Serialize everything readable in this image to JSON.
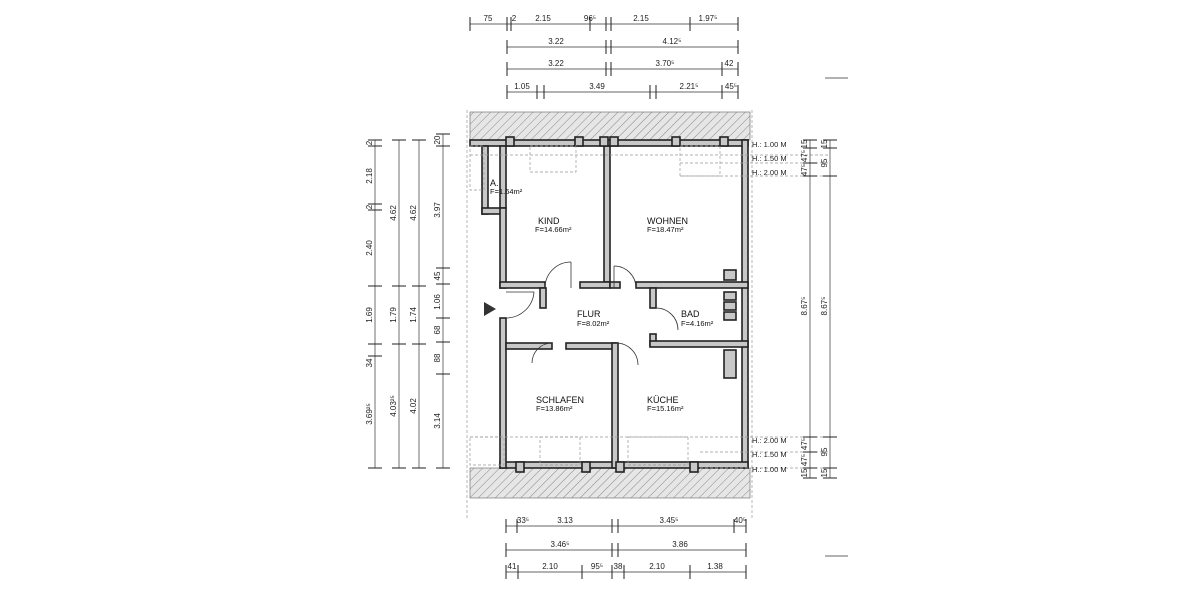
{
  "top_dims": {
    "row1": [
      "75",
      "2",
      "2.15",
      "96⁵",
      "2.15",
      "1.97⁵"
    ],
    "row2": [
      "3.22",
      "4.12⁵"
    ],
    "row3": [
      "3.22",
      "3.70⁵",
      "42"
    ],
    "row4": [
      "1.05",
      "3.49",
      "2.21⁵",
      "45⁵"
    ]
  },
  "bottom_dims": {
    "row1": [
      "33⁵",
      "3.13",
      "3.45⁵",
      "40⁵"
    ],
    "row2": [
      "3.46⁵",
      "3.86"
    ],
    "row3": [
      "41",
      "2.10",
      "95⁵",
      "38",
      "2.10",
      "1.38"
    ]
  },
  "left_dims": {
    "col1": [
      "2",
      "2.18",
      "2",
      "2.40",
      "1.69",
      "34",
      "3.69²⁵"
    ],
    "col2": [
      "4.62",
      "1.79",
      "4.03²⁵"
    ],
    "col3": [
      "4.62",
      "1.74",
      "4.02"
    ],
    "col4": [
      "20",
      "3.97",
      "45",
      "1.06",
      "68",
      "88",
      "3.14"
    ]
  },
  "right_dims": {
    "heights_top": [
      "H.: 1.00 M",
      "H.: 1.50 M",
      "H.: 2.00 M"
    ],
    "heights_bottom": [
      "H.: 2.00 M",
      "H.: 1.50 M",
      "H.: 1.00 M"
    ],
    "col1_top": [
      "15",
      "47⁵",
      "47⁵"
    ],
    "col2_top": [
      "15",
      "95"
    ],
    "col1_mid": "8.67⁵",
    "col2_mid": "8.67⁵",
    "col1_bottom": [
      "47⁵",
      "47⁵",
      "15"
    ],
    "col2_bottom": [
      "95",
      "15"
    ]
  },
  "rooms": {
    "a": {
      "name": "A.",
      "area": "F=1.64m²"
    },
    "kind": {
      "name": "KIND",
      "area": "F=14.66m²"
    },
    "wohnen": {
      "name": "WOHNEN",
      "area": "F=18.47m²"
    },
    "flur": {
      "name": "FLUR",
      "area": "F=8.02m²"
    },
    "bad": {
      "name": "BAD",
      "area": "F=4.16m²"
    },
    "schlafen": {
      "name": "SCHLAFEN",
      "area": "F=13.86m²"
    },
    "kueche": {
      "name": "KÜCHE",
      "area": "F=15.16m²"
    }
  }
}
